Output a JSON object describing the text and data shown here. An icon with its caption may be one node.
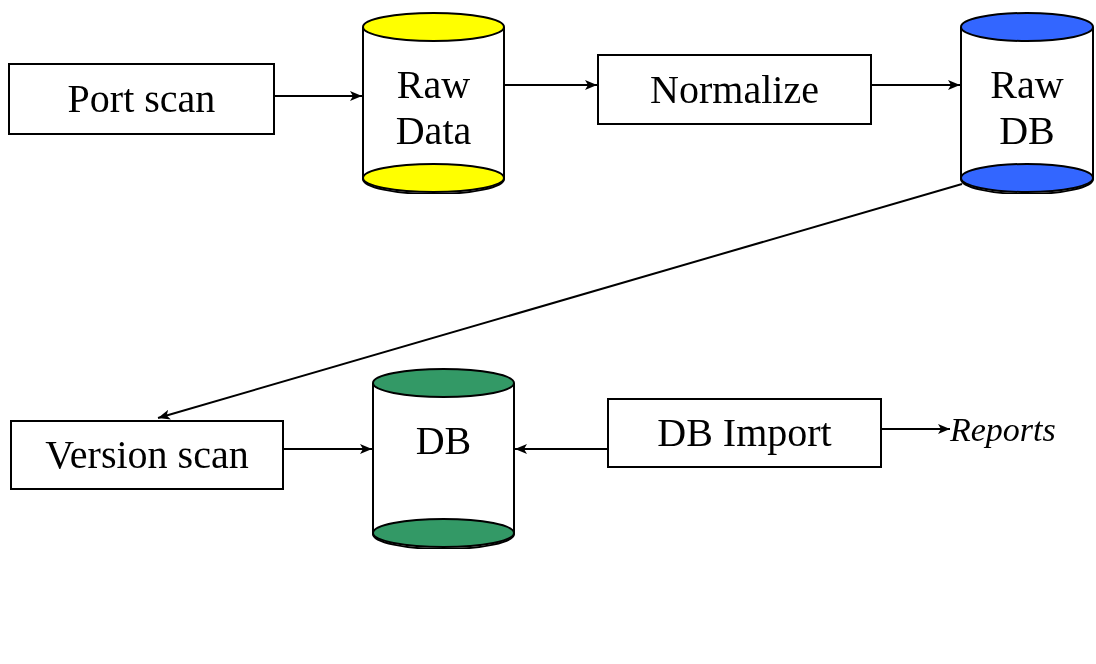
{
  "diagram": {
    "nodes": [
      {
        "text": [
          "Port scan"
        ]
      },
      {
        "text": [
          "Raw Data"
        ]
      },
      {
        "text": [
          "Normalize"
        ]
      },
      {
        "text": [
          "Raw DB"
        ]
      },
      {
        "text": [
          "Version scan"
        ]
      },
      {
        "text": [
          "DB"
        ]
      },
      {
        "text": [
          "DB Import"
        ]
      },
      {
        "text": [
          "Reports"
        ]
      }
    ],
    "edges": [
      {
        "from": 0,
        "to": 1,
        "arrow": "to"
      },
      {
        "from": 1,
        "to": 2,
        "arrow": "to"
      },
      {
        "from": 2,
        "to": 3,
        "arrow": "to"
      },
      {
        "from": 3,
        "to": 4,
        "arrow": "to"
      },
      {
        "from": 4,
        "to": 5,
        "arrow": "to"
      },
      {
        "from": 6,
        "to": 5,
        "arrow": "to"
      },
      {
        "from": 6,
        "to": 7,
        "arrow": "to"
      }
    ]
  }
}
